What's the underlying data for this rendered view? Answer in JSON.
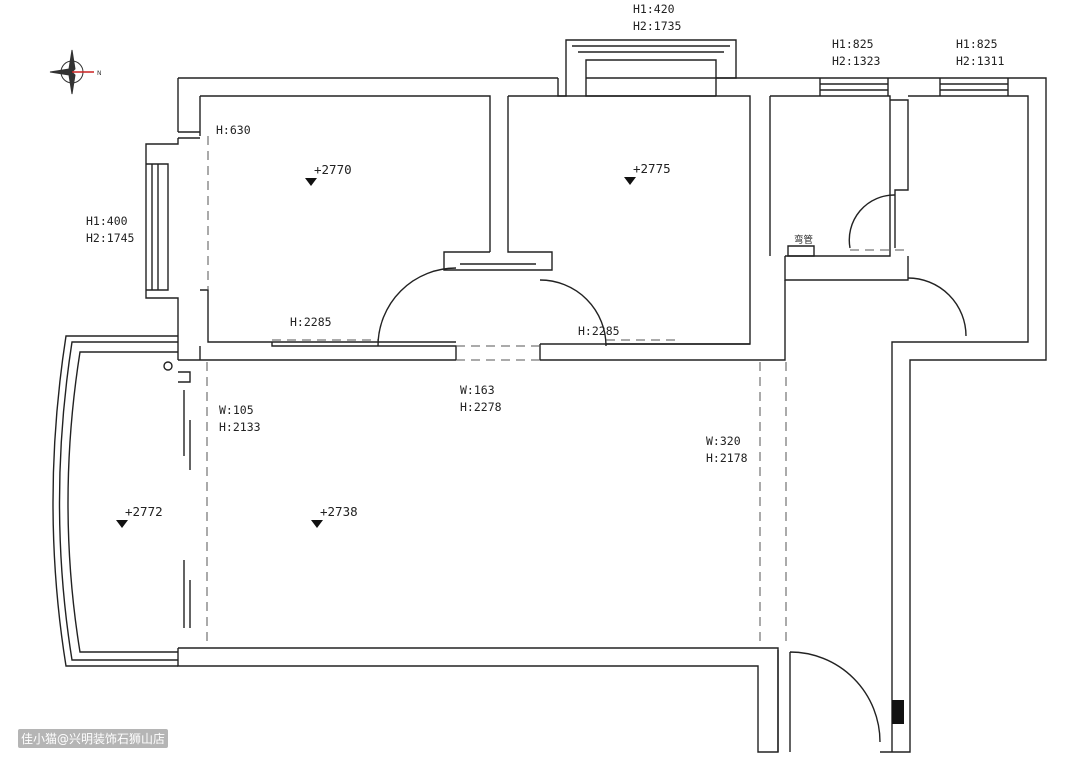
{
  "labels": {
    "top_window": [
      "H1:420",
      "H2:1735"
    ],
    "right_window_1": [
      "H1:825",
      "H2:1323"
    ],
    "right_window_2": [
      "H1:825",
      "H2:1311"
    ],
    "left_window": [
      "H1:400",
      "H2:1745"
    ],
    "room1_h": "H:630",
    "door_left_h": "H:2285",
    "door_right_h": "H:2285",
    "opening_center": [
      "W:163",
      "H:2278"
    ],
    "opening_left": [
      "W:105",
      "H:2133"
    ],
    "opening_right": [
      "W:320",
      "H:2178"
    ],
    "pipe": "弯管"
  },
  "elevations": {
    "room1": "+2770",
    "room2": "+2775",
    "balcony": "+2772",
    "living": "+2738"
  },
  "watermark": "佳小猫@兴明装饰石狮山店",
  "compass": "N"
}
